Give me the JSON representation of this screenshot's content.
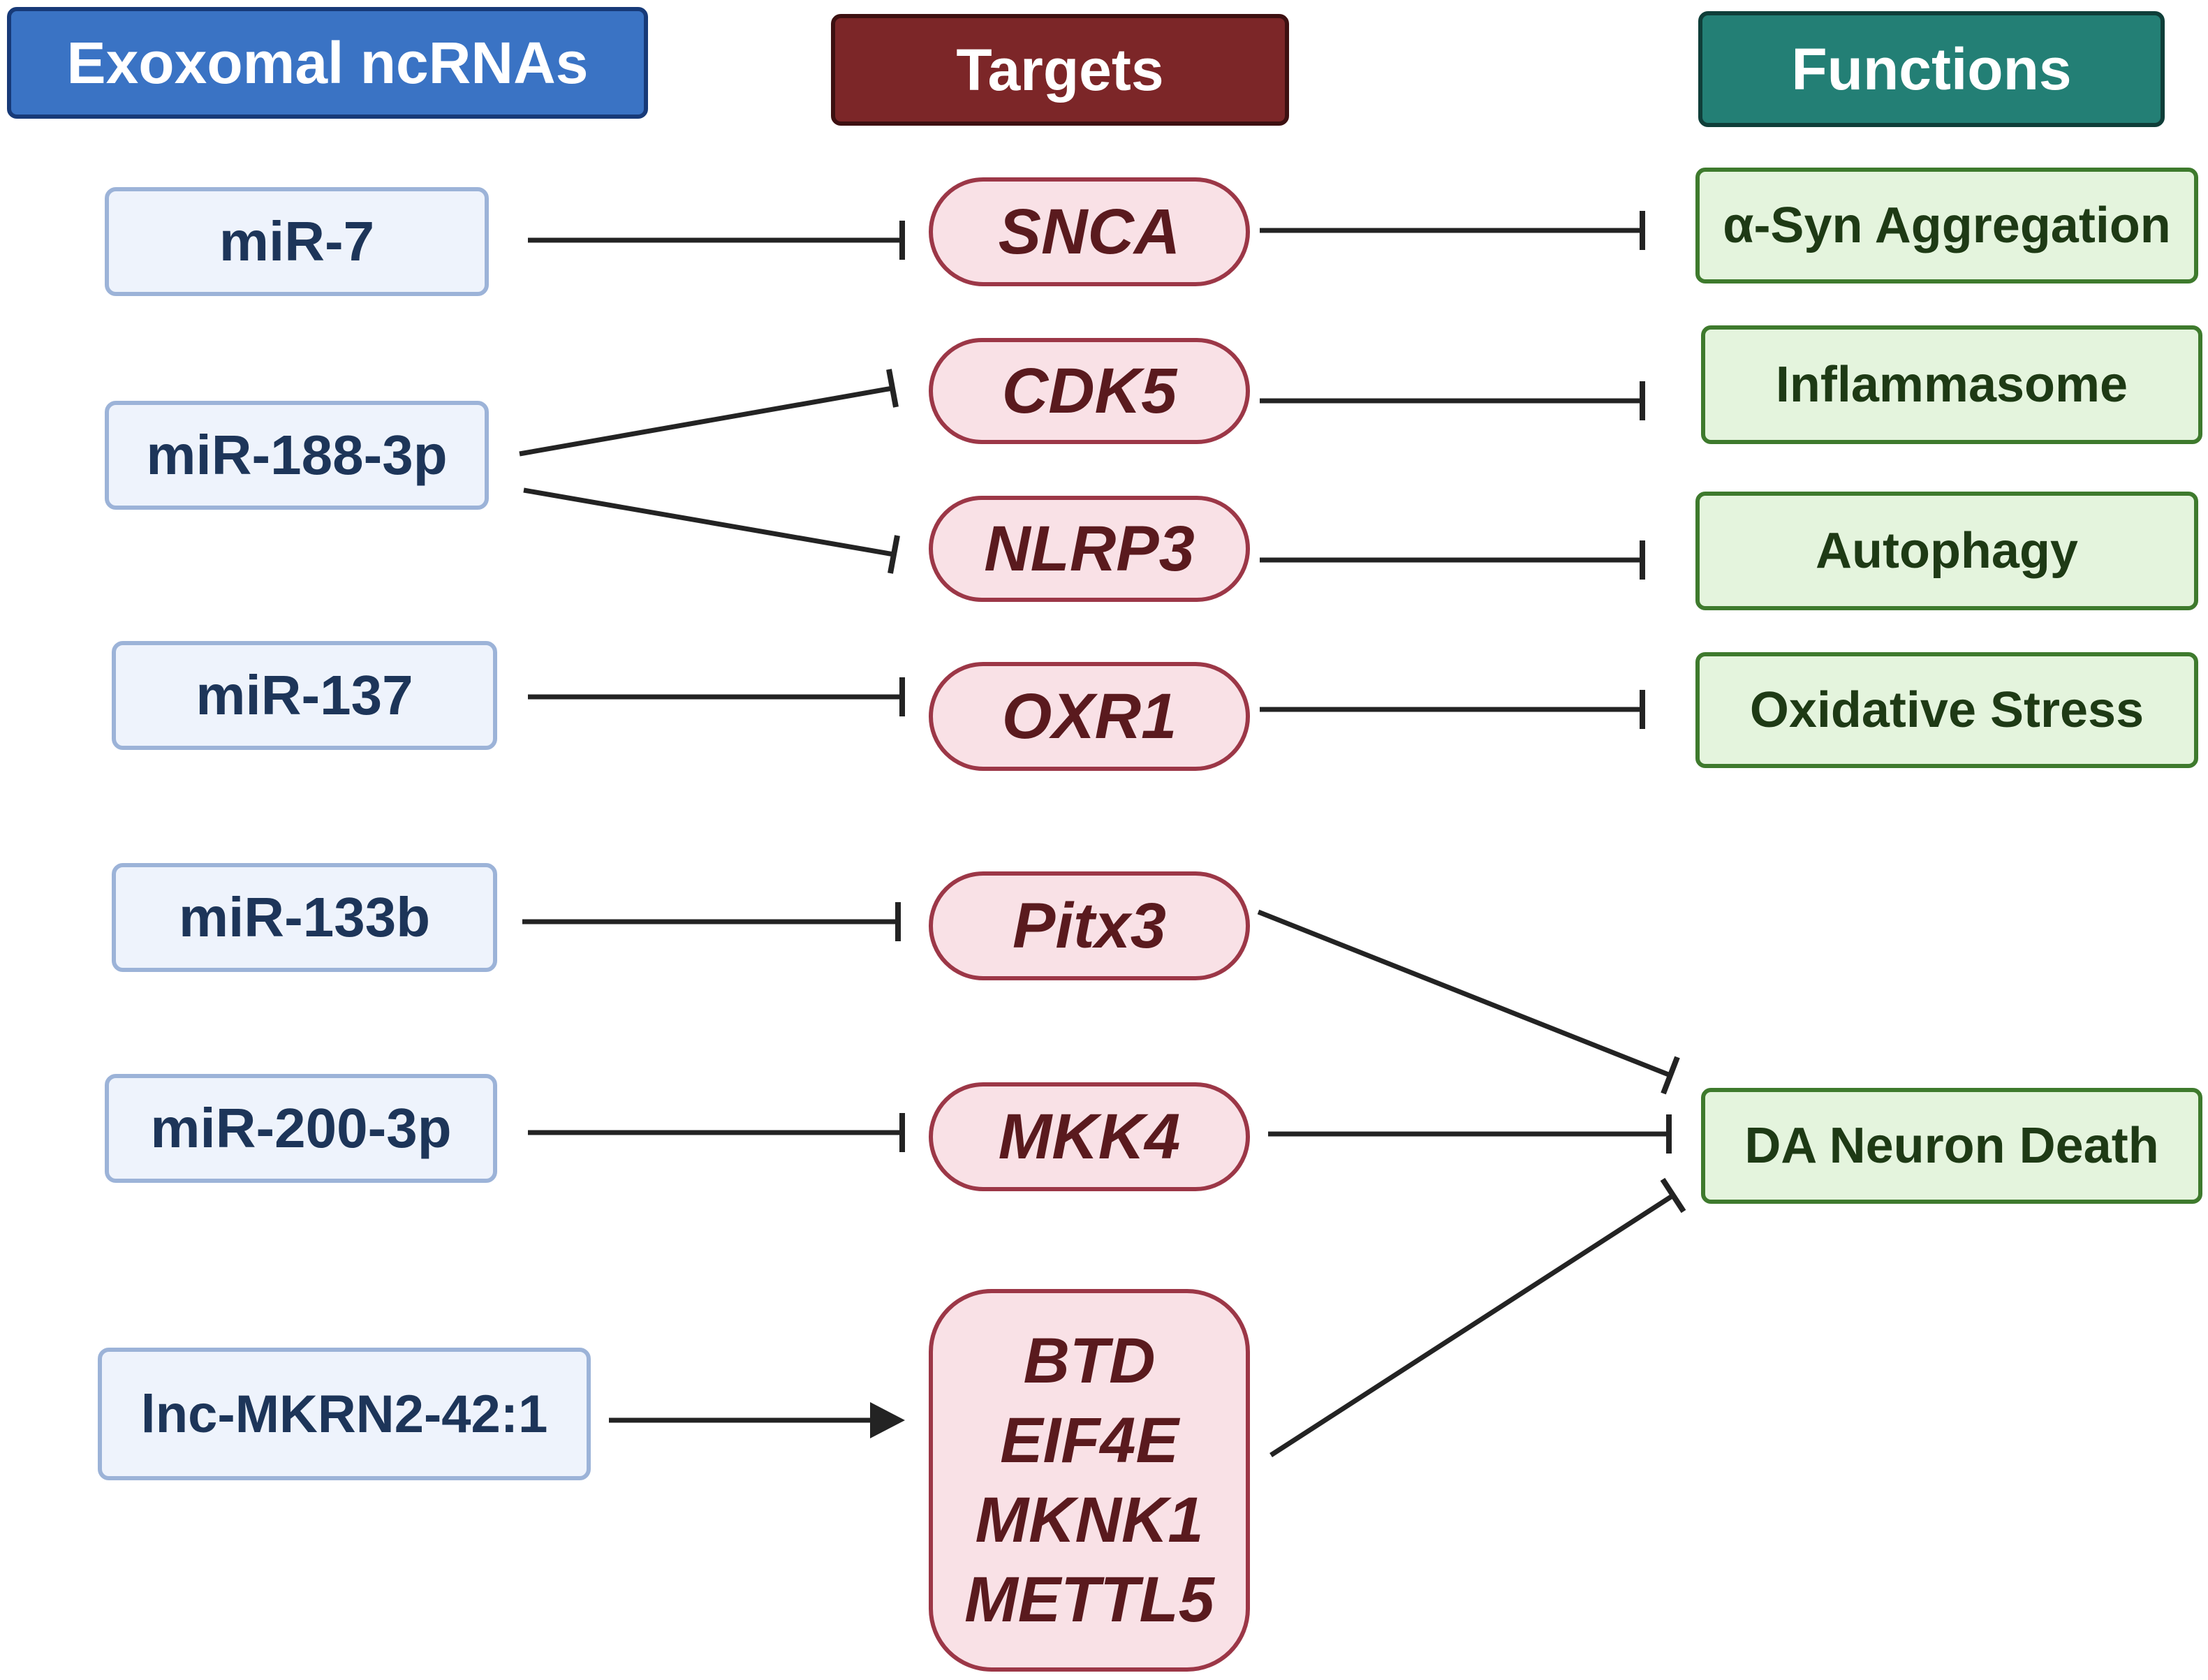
{
  "headers": {
    "rna": "Exoxomal ncRNAs",
    "targets": "Targets",
    "functions": "Functions"
  },
  "rnas": [
    "miR-7",
    "miR-188-3p",
    "miR-137",
    "miR-133b",
    "miR-200-3p",
    "lnc-MKRN2-42:1"
  ],
  "targets": [
    "SNCA",
    "CDK5",
    "NLRP3",
    "OXR1",
    "Pitx3",
    "MKK4"
  ],
  "target_group": [
    "BTD",
    "EIF4E",
    "MKNK1",
    "METTL5"
  ],
  "functions": [
    "α-Syn Aggregation",
    "Inflammasome",
    "Autophagy",
    "Oxidative Stress",
    "DA Neuron Death"
  ],
  "colors": {
    "rna_header": "#3a73c4",
    "target_header": "#7c2628",
    "function_header": "#237f75",
    "rna_fill": "#eef3fc",
    "target_fill": "#f9e1e6",
    "function_fill": "#e4f4dd"
  },
  "connections": [
    {
      "from": "miR-7",
      "to": "SNCA",
      "type": "inhibit"
    },
    {
      "from": "miR-188-3p",
      "to": "CDK5",
      "type": "inhibit"
    },
    {
      "from": "miR-188-3p",
      "to": "NLRP3",
      "type": "inhibit"
    },
    {
      "from": "miR-137",
      "to": "OXR1",
      "type": "inhibit"
    },
    {
      "from": "miR-133b",
      "to": "Pitx3",
      "type": "inhibit"
    },
    {
      "from": "miR-200-3p",
      "to": "MKK4",
      "type": "inhibit"
    },
    {
      "from": "lnc-MKRN2-42:1",
      "to": "BTD/EIF4E/MKNK1/METTL5",
      "type": "activate"
    },
    {
      "from": "SNCA",
      "to": "α-Syn Aggregation",
      "type": "inhibit"
    },
    {
      "from": "CDK5",
      "to": "Inflammasome",
      "type": "inhibit"
    },
    {
      "from": "NLRP3",
      "to": "Autophagy",
      "type": "inhibit"
    },
    {
      "from": "OXR1",
      "to": "Oxidative Stress",
      "type": "inhibit"
    },
    {
      "from": "Pitx3",
      "to": "DA Neuron Death",
      "type": "inhibit"
    },
    {
      "from": "MKK4",
      "to": "DA Neuron Death",
      "type": "inhibit"
    },
    {
      "from": "BTD/EIF4E/MKNK1/METTL5",
      "to": "DA Neuron Death",
      "type": "inhibit"
    }
  ]
}
